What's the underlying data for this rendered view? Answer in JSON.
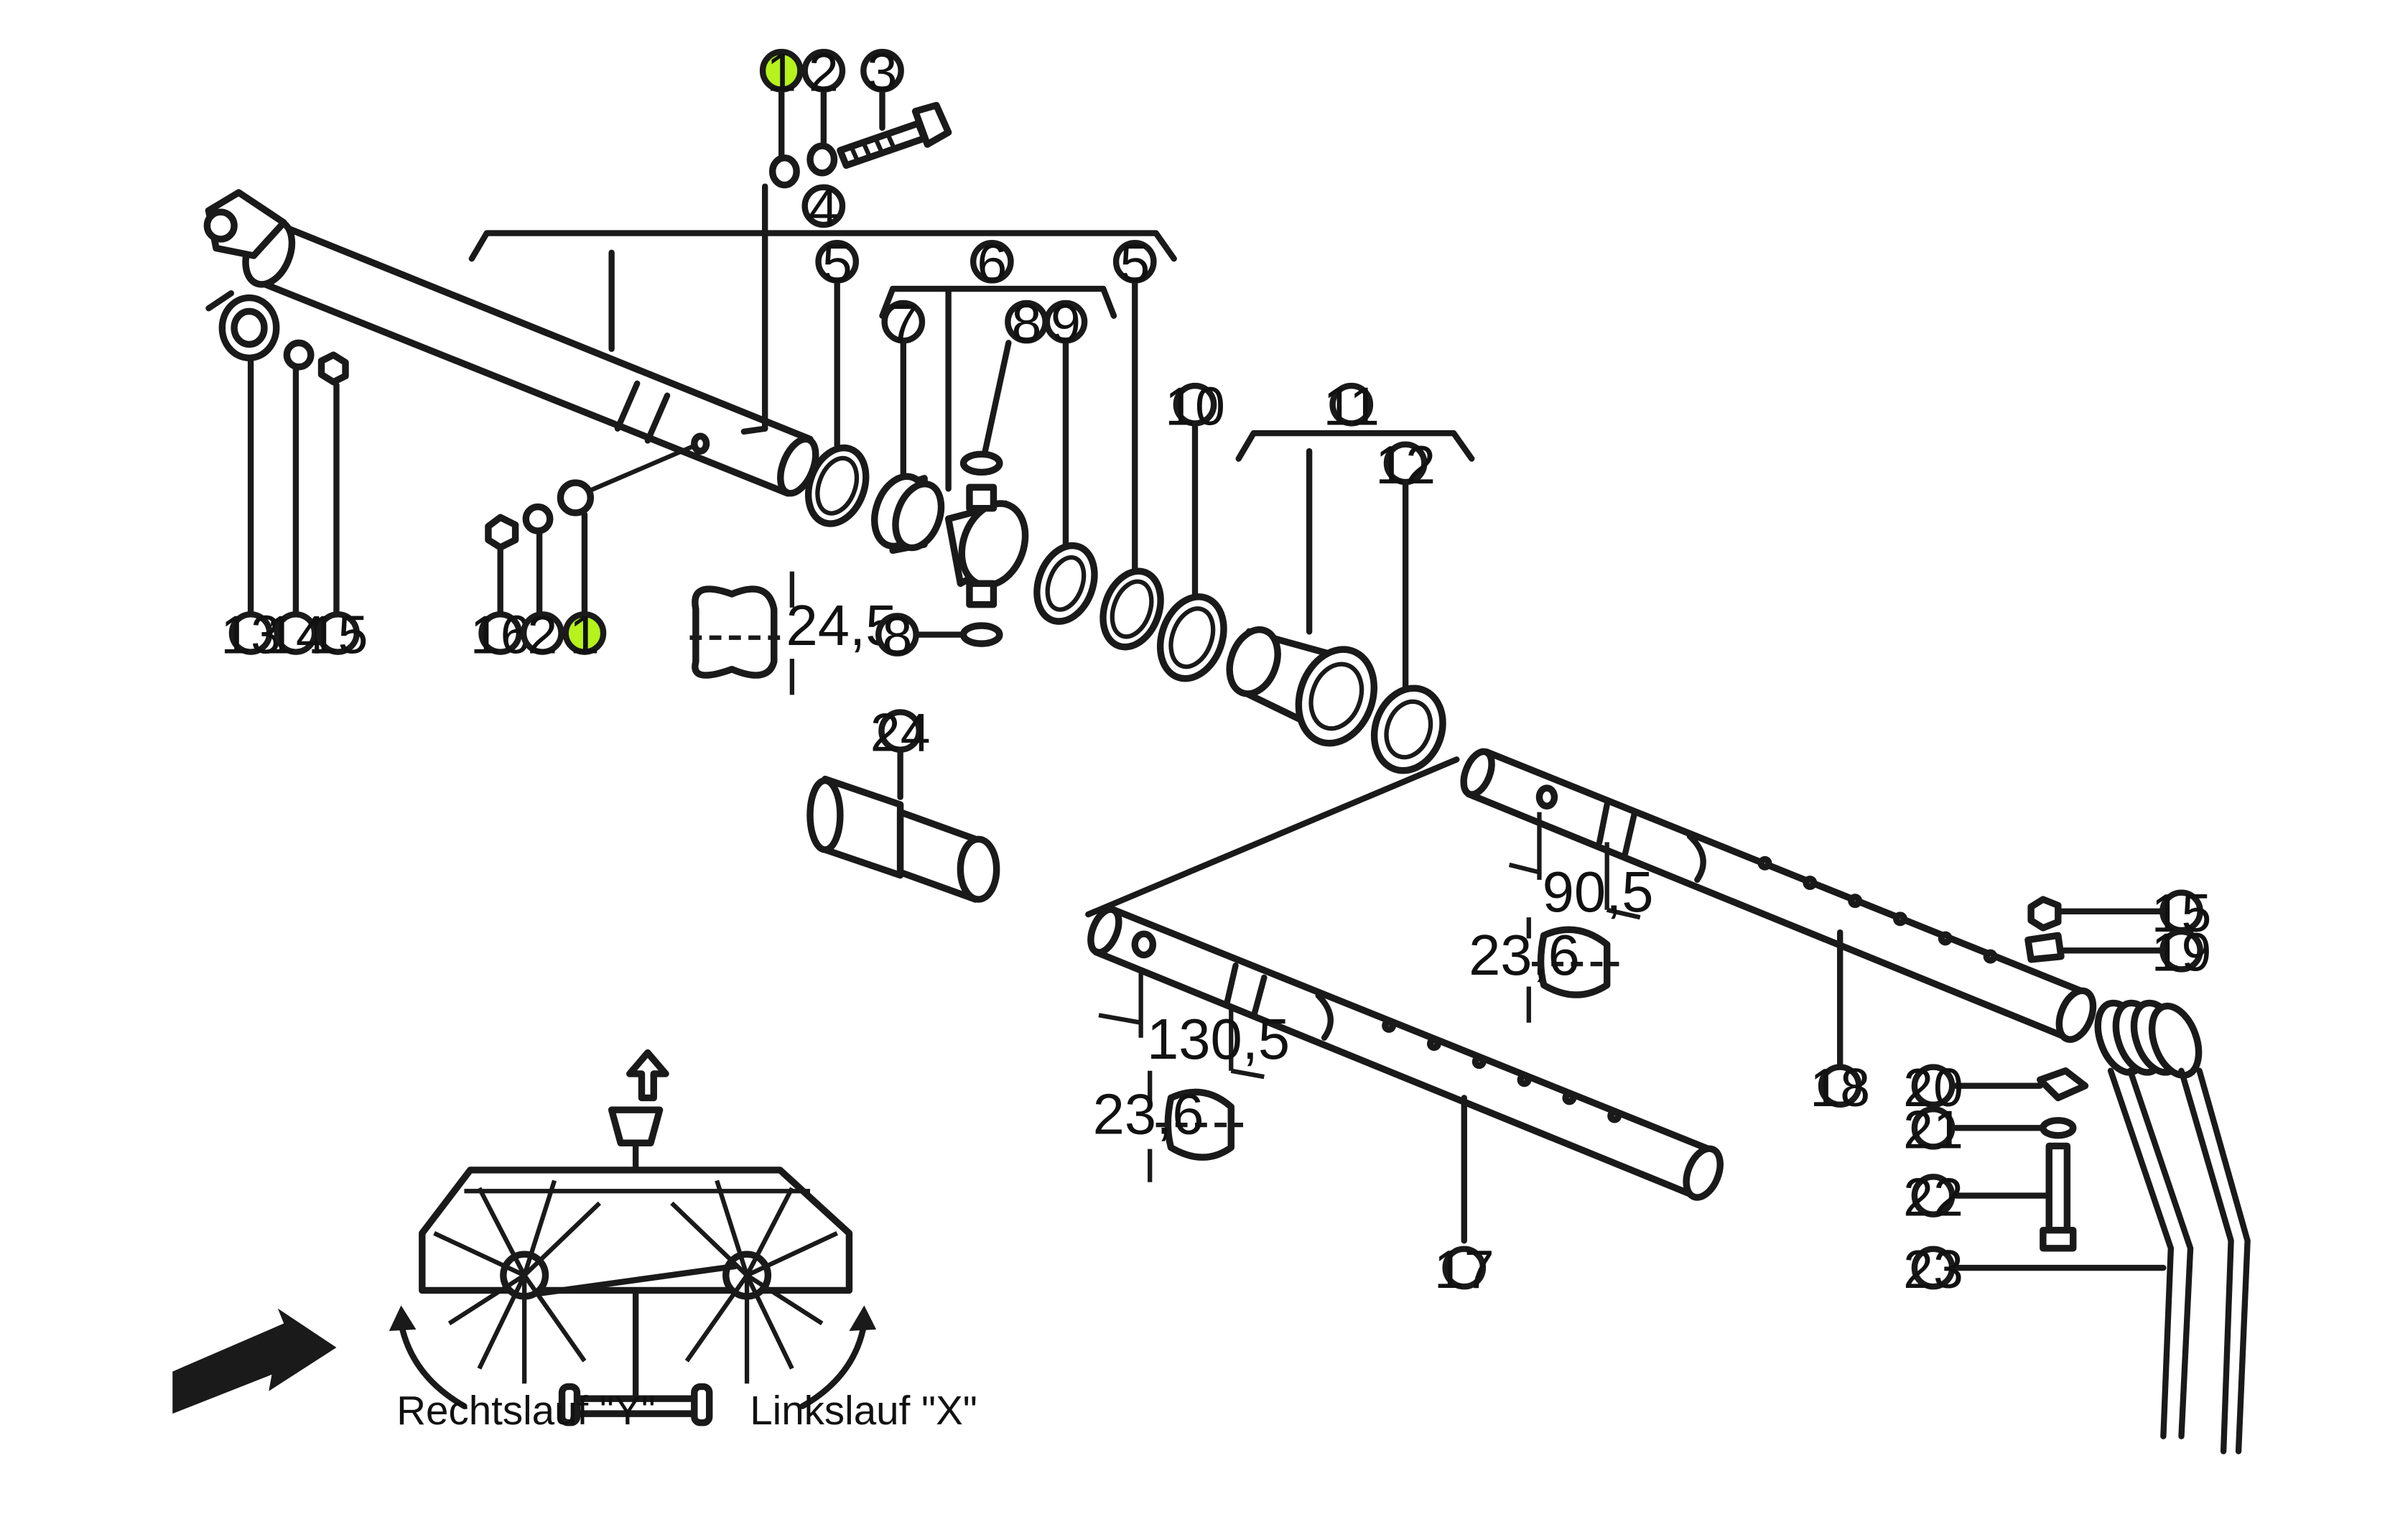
{
  "callouts": [
    {
      "id": "c-1a",
      "label": "1",
      "highlight": true
    },
    {
      "id": "c-2a",
      "label": "2"
    },
    {
      "id": "c-3",
      "label": "3"
    },
    {
      "id": "c-4",
      "label": "4"
    },
    {
      "id": "c-5a",
      "label": "5"
    },
    {
      "id": "c-6",
      "label": "6"
    },
    {
      "id": "c-5b",
      "label": "5"
    },
    {
      "id": "c-7",
      "label": "7"
    },
    {
      "id": "c-8a",
      "label": "8"
    },
    {
      "id": "c-9",
      "label": "9"
    },
    {
      "id": "c-10",
      "label": "10"
    },
    {
      "id": "c-11",
      "label": "11"
    },
    {
      "id": "c-12",
      "label": "12"
    },
    {
      "id": "c-13",
      "label": "13"
    },
    {
      "id": "c-14",
      "label": "14"
    },
    {
      "id": "c-15a",
      "label": "15"
    },
    {
      "id": "c-16",
      "label": "16"
    },
    {
      "id": "c-2b",
      "label": "2"
    },
    {
      "id": "c-1b",
      "label": "1",
      "highlight": true
    },
    {
      "id": "c-8b",
      "label": "8"
    },
    {
      "id": "c-24",
      "label": "24"
    },
    {
      "id": "c-15b",
      "label": "15"
    },
    {
      "id": "c-19",
      "label": "19"
    },
    {
      "id": "c-18",
      "label": "18"
    },
    {
      "id": "c-20",
      "label": "20"
    },
    {
      "id": "c-21",
      "label": "21"
    },
    {
      "id": "c-22",
      "label": "22"
    },
    {
      "id": "c-23",
      "label": "23"
    },
    {
      "id": "c-17",
      "label": "17"
    }
  ],
  "dimensions": {
    "d1": "24,5",
    "d2": "90,5",
    "d3": "23,6",
    "d4": "130,5",
    "d5": "23,6"
  },
  "captions": {
    "right_rotation": "Rechtslauf \"Y\"",
    "left_rotation": "Linkslauf \"X\""
  },
  "colors": {
    "highlight": "#b6f21c",
    "line": "#1a1a1a",
    "background": "#ffffff"
  }
}
